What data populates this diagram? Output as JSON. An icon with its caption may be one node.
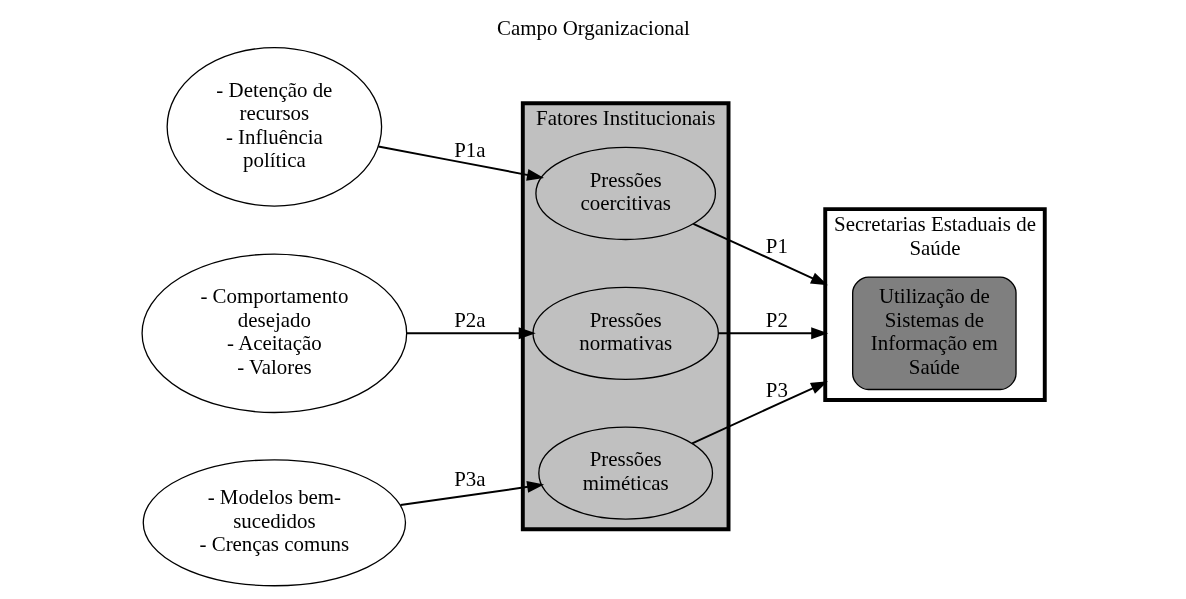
{
  "diagram": {
    "title": "Campo Organizacional",
    "nodes": [
      {
        "text": [
          "- Detenção de recursos",
          "- Influência política"
        ]
      },
      {
        "text": [
          "- Comportamento desejado",
          "- Aceitação",
          "- Valores"
        ]
      },
      {
        "text": [
          "- Modelos bem-sucedidos",
          "- Crenças comuns"
        ]
      },
      {
        "text": [
          "Fatores Institucionais"
        ]
      },
      {
        "text": [
          "Pressões coercitivas"
        ],
        "in": 3
      },
      {
        "text": [
          "Pressões normativas"
        ],
        "in": 3
      },
      {
        "text": [
          "Pressões miméticas"
        ],
        "in": 3
      },
      {
        "text": [
          "Secretarias Estaduais de Saúde"
        ]
      },
      {
        "text": [
          "Utilização de Sistemas de Informação em Saúde"
        ],
        "in": 7
      }
    ],
    "edges": [
      {
        "from": 0,
        "to": 4,
        "arrow": "to",
        "label": "P1a"
      },
      {
        "from": 1,
        "to": 5,
        "arrow": "to",
        "label": "P2a"
      },
      {
        "from": 2,
        "to": 6,
        "arrow": "to",
        "label": "P3a"
      },
      {
        "from": 4,
        "to": 7,
        "arrow": "to",
        "label": "P1"
      },
      {
        "from": 5,
        "to": 7,
        "arrow": "to",
        "label": "P2"
      },
      {
        "from": 6,
        "to": 7,
        "arrow": "to",
        "label": "P3"
      }
    ]
  }
}
